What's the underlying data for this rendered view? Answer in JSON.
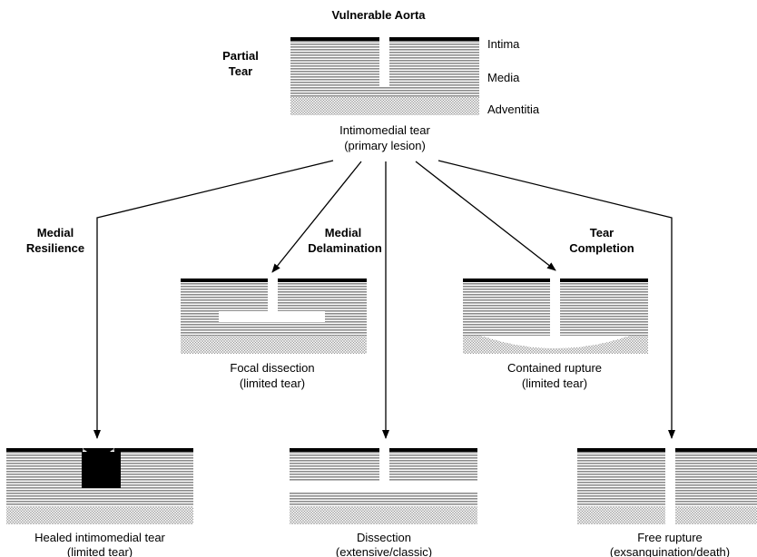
{
  "title": "Vulnerable Aorta",
  "top": {
    "side_label_line1": "Partial",
    "side_label_line2": "Tear",
    "layers": {
      "intima": "Intima",
      "media": "Media",
      "adventitia": "Adventitia"
    },
    "caption_line1": "Intimomedial tear",
    "caption_line2": "(primary lesion)"
  },
  "pathways": {
    "medial_resilience_line1": "Medial",
    "medial_resilience_line2": "Resilience",
    "medial_delamination_line1": "Medial",
    "medial_delamination_line2": "Delamination",
    "tear_completion_line1": "Tear",
    "tear_completion_line2": "Completion"
  },
  "outcomes": {
    "focal_dissection_line1": "Focal dissection",
    "focal_dissection_line2": "(limited tear)",
    "contained_rupture_line1": "Contained rupture",
    "contained_rupture_line2": "(limited tear)",
    "healed_line1": "Healed intimomedial tear",
    "healed_line2": "(limited tear)",
    "dissection_line1": "Dissection",
    "dissection_line2": "(extensive/classic)",
    "free_rupture_line1": "Free rupture",
    "free_rupture_line2": "(exsanguination/death)"
  },
  "colors": {
    "media_fill": "#a3a3a3",
    "line": "#000000",
    "background": "#ffffff"
  }
}
